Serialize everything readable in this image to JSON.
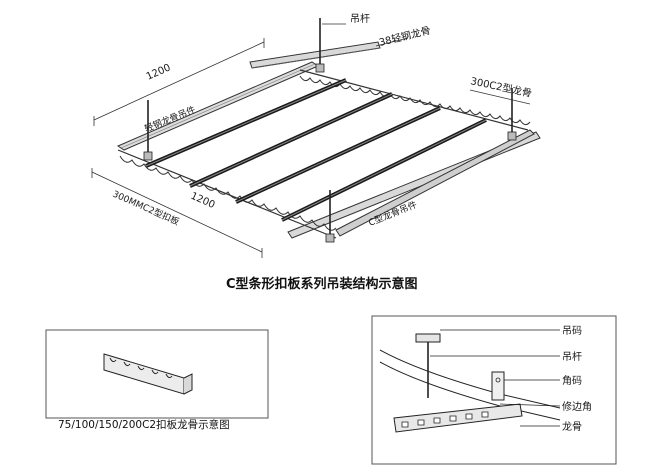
{
  "main_diagram": {
    "title": "C型条形扣板系列吊装结构示意图",
    "dim_top": "1200",
    "dim_bottom": "1200",
    "labels": {
      "hanger_rod": "吊杆",
      "steel_keel_38": "38轻钢龙骨",
      "keel_300c2": "300C2型龙骨",
      "light_steel_hanger": "轻钢龙骨吊件",
      "c_keel_hanger": "C型龙骨吊件",
      "panel_300mmc2": "300MMC2型扣板"
    }
  },
  "keel_detail": {
    "caption": "75/100/150/200C2扣板龙骨示意图"
  },
  "install_detail": {
    "labels": {
      "hanger_clip": "吊码",
      "hanger_rod": "吊杆",
      "corner_clip": "角码",
      "edge_trim": "修边角",
      "keel": "龙骨"
    }
  }
}
